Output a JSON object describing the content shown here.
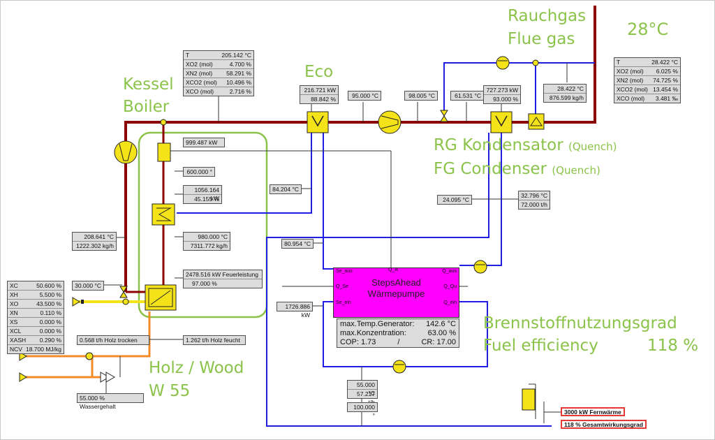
{
  "labels": {
    "flue_gas_de": "Rauchgas",
    "flue_gas_en": "Flue gas",
    "temp": "28°C",
    "eco": "Eco",
    "boiler_de": "Kessel",
    "boiler_en": "Boiler",
    "rg_condenser": "RG Kondensator",
    "fg_condenser": "FG Condenser",
    "quench": "(Quench)",
    "fuel_eff_de": "Brennstoffnutzungsgrad",
    "fuel_eff_en": "Fuel efficiency",
    "fuel_eff_value": "118 %",
    "wood": "Holz / Wood",
    "w55": "W 55"
  },
  "tables": {
    "boiler_gas": [
      [
        "T",
        "205.142 °C"
      ],
      [
        "XO2 (mol)",
        "4.700 %"
      ],
      [
        "XN2 (mol)",
        "58.291 %"
      ],
      [
        "XCO2 (mol)",
        "10.496 %"
      ],
      [
        "XCO (mol)",
        "2.716 %"
      ]
    ],
    "flue_gas": [
      [
        "T",
        "28.422 °C"
      ],
      [
        "XO2 (mol)",
        "6.025 %"
      ],
      [
        "XN2 (mol)",
        "74.725 %"
      ],
      [
        "XCO2 (mol)",
        "13.454 %"
      ],
      [
        "XCO (mol)",
        "3.481 ‰"
      ]
    ],
    "wood_comp": [
      [
        "XC",
        "50.600 %"
      ],
      [
        "XH",
        "5.500 %"
      ],
      [
        "XO",
        "43.500 %"
      ],
      [
        "XN",
        "0.110 %"
      ],
      [
        "XS",
        "0.000 %"
      ],
      [
        "XCL",
        "0.000 %"
      ],
      [
        "XASH",
        "0.290 %"
      ],
      [
        "NCV",
        "18.700 MJ/kg"
      ]
    ]
  },
  "values": {
    "eco_kw": "216.721 kW",
    "eco_pct": "88.842 %",
    "t95": "95.000 °C",
    "t98": "98.005 °C",
    "t61": "61.531 °C",
    "cond_kw": "727.273 kW",
    "cond_pct": "93.000 %",
    "fg_t": "28.422 °C",
    "fg_flow": "876.599 kg/h",
    "b1_kw": "999.487 kW",
    "b1_t": "600.000 °",
    "b2_kw": "1056.164 kW",
    "b2_pct": "45.155 %",
    "b3_t": "980.000 °C",
    "b3_flow": "7311.772 kg/h",
    "b4_kw": "2478.516 kW Feuerleistung",
    "b4_pct": "97.000 %",
    "t84": "84.204 °C",
    "t80": "80.954 °C",
    "bypass_t": "208.641 °C",
    "bypass_flow": "1222.302 kg/h",
    "air_t": "30.000 °C",
    "t24": "24.095 °C",
    "t32": "32.796 °C",
    "flow72": "72.000 t/h",
    "hp_kw": "1726.886 kW",
    "wood_dry": "0.568 t/h Holz trocken",
    "wood_wet": "1.262 t/h Holz feucht",
    "water_content": "55.000 % Wassergehalt",
    "t55": "55.000 °C",
    "flow57": "57.217 t/h",
    "t100": "100.000 °",
    "district_heat": "3000 kW Fernwärme",
    "total_eff": "118 % Gesamtwirkungsgrad"
  },
  "heat_pump": {
    "title1": "StepsAhead",
    "title2": "Wärmepumpe",
    "ports": {
      "se_aus": "Se_aus",
      "q_a": "Q_A",
      "q_aus": "Q_aus",
      "q_se": "Q_Se",
      "q_qu": "Q_Qu",
      "se_ein": "Se_ein",
      "q_ein": "Q_ein"
    },
    "info": {
      "max_temp_label": "max.Temp.Generator:",
      "max_temp_value": "142.6 °C",
      "max_conc_label": "max.Konzentration:",
      "max_conc_value": "63.00 %",
      "cop": "COP: 1.73",
      "sep": "/",
      "cr": "CR: 17.00"
    }
  },
  "colors": {
    "flue_line": "#8b0000",
    "water_line": "#1e1ee6",
    "air_line": "#f5e31a",
    "wood_line": "#f28c28",
    "component": "#f5e31a",
    "heat_pump": "#ff00ff",
    "label": "#8bc34a",
    "highlight": "#e53935"
  }
}
